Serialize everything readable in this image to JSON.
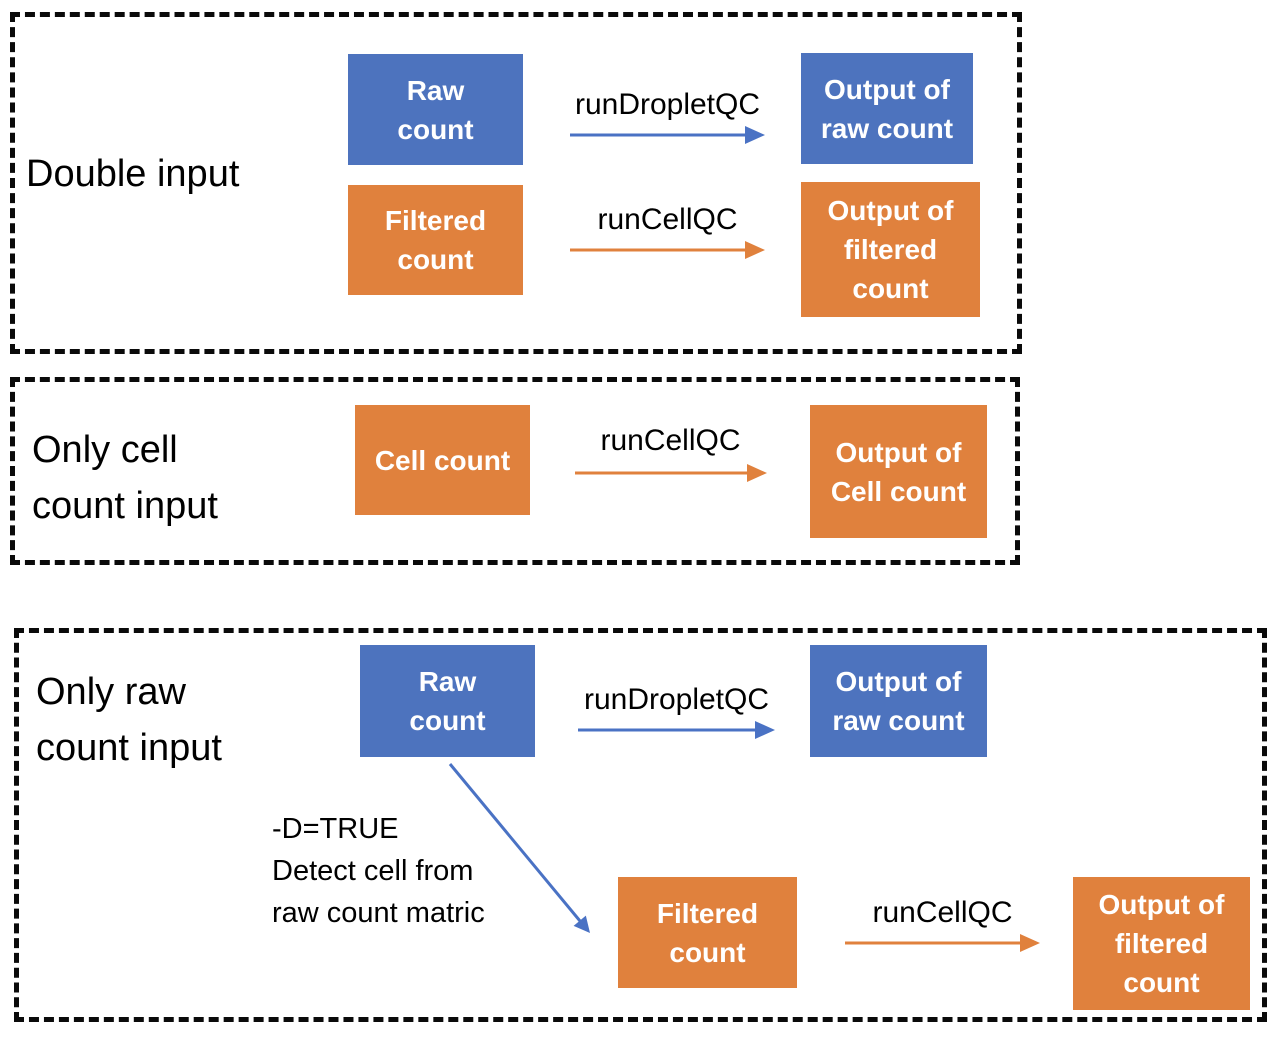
{
  "colors": {
    "blue": "#4d73be",
    "orange": "#e0813d",
    "arrow_blue": "#4a72c4",
    "arrow_orange": "#e0813d"
  },
  "section_double": {
    "title": "Double input",
    "raw_row": {
      "input": "Raw\ncount",
      "arrow_label": "runDropletQC",
      "output": "Output of\nraw count"
    },
    "filtered_row": {
      "input": "Filtered\ncount",
      "arrow_label": "runCellQC",
      "output": "Output of\nfiltered\ncount"
    }
  },
  "section_cell": {
    "title": "Only cell\ncount input",
    "cell_row": {
      "input": "Cell count",
      "arrow_label": "runCellQC",
      "output": "Output of\nCell count"
    }
  },
  "section_raw": {
    "title": "Only raw\ncount input",
    "raw_row": {
      "input": "Raw\ncount",
      "arrow_label": "runDropletQC",
      "output": "Output of\nraw count"
    },
    "detect_note": "-D=TRUE\nDetect cell from\nraw count matric",
    "filtered_row": {
      "input": "Filtered\ncount",
      "arrow_label": "runCellQC",
      "output": "Output of\nfiltered\ncount"
    }
  }
}
